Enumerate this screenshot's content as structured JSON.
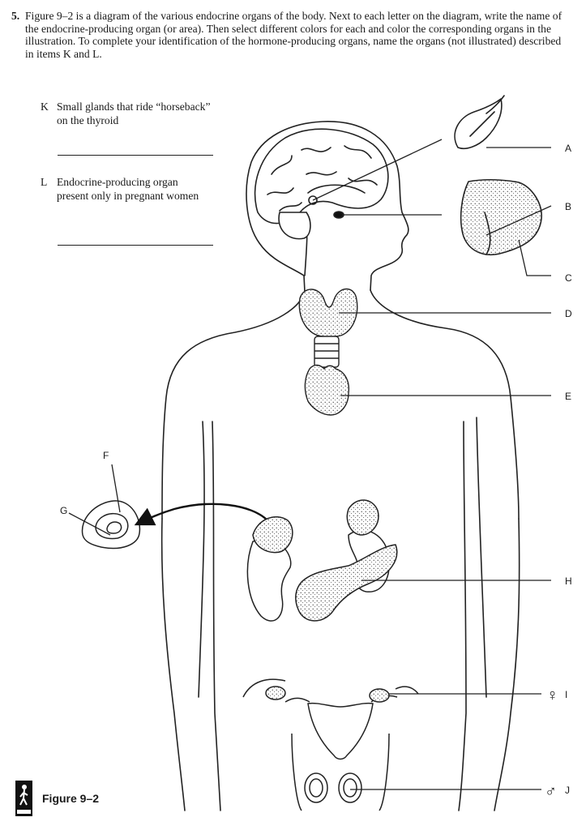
{
  "question": {
    "number": "5.",
    "text": "Figure 9–2 is a diagram of the various endocrine organs of the body. Next to each letter on the diagram, write the name of the endocrine-producing organ (or area). Then select different colors for each and color the corresponding organs in the illustration. To complete your identification of the hormone-producing organs, name the organs (not illustrated) described in items K and L."
  },
  "items": [
    {
      "letter": "K",
      "text": "Small glands that ride “horseback” on the thyroid"
    },
    {
      "letter": "L",
      "text": "Endocrine-producing organ present only in pregnant women"
    }
  ],
  "labels": {
    "A": "A",
    "B": "B",
    "C": "C",
    "D": "D",
    "E": "E",
    "F": "F",
    "G": "G",
    "H": "H",
    "I": "I",
    "J": "J",
    "female_symbol": "♀",
    "male_symbol": "♂"
  },
  "figure": {
    "caption": "Figure 9–2",
    "logo": "publisher-logo"
  }
}
